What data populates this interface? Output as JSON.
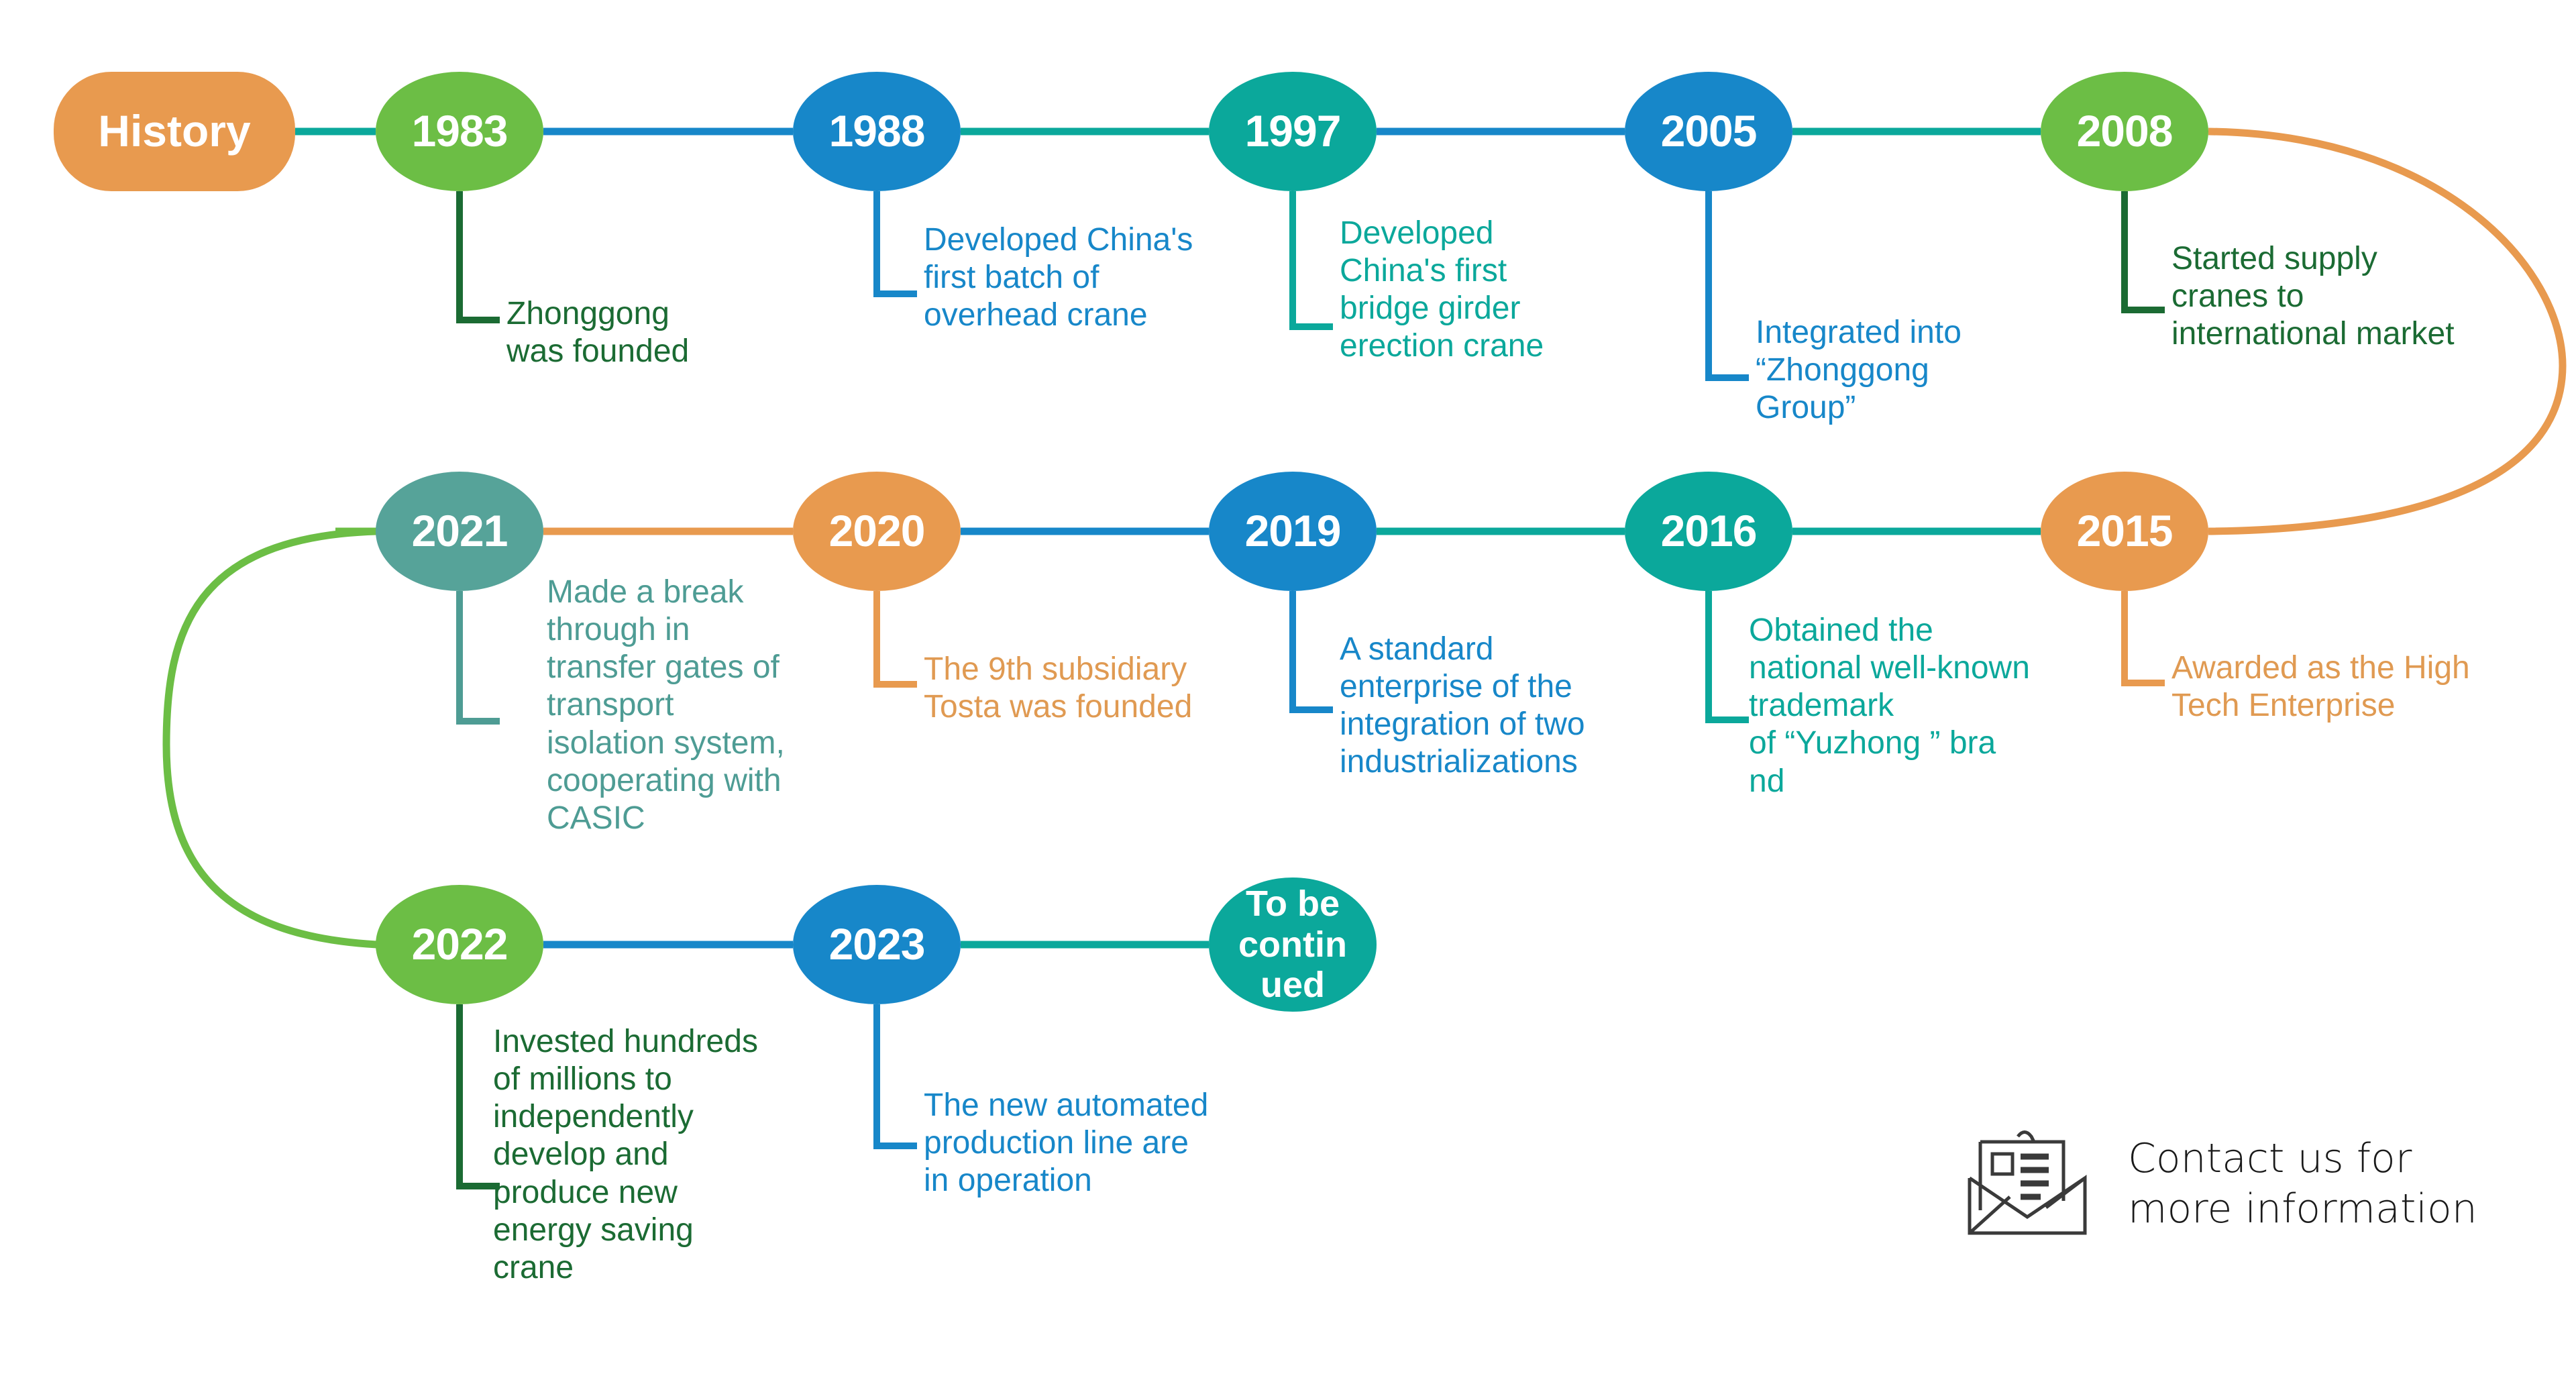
{
  "title_badge": {
    "label": "History",
    "color": "#E89A4F"
  },
  "palette": {
    "green": "#6CB martingale",
    "leaf_green": "#6CBE45",
    "blue": "#1787C9",
    "teal": "#0BA89B",
    "orange": "#E89A4F",
    "sage": "#56A399",
    "text_green": "#1B6B33",
    "text_blue": "#1787C9",
    "text_teal": "#0BA89B",
    "text_orange": "#E09A52",
    "text_sage": "#4E9C94"
  },
  "nodes": [
    {
      "id": "history",
      "label": "History",
      "fill": "#E89A4F",
      "shape": "pill"
    },
    {
      "id": "n1983",
      "label": "1983",
      "fill": "#6CBE45",
      "shape": "circle"
    },
    {
      "id": "n1988",
      "label": "1988",
      "fill": "#1787C9",
      "shape": "circle"
    },
    {
      "id": "n1997",
      "label": "1997",
      "fill": "#0BA89B",
      "shape": "circle"
    },
    {
      "id": "n2005",
      "label": "2005",
      "fill": "#1787C9",
      "shape": "circle"
    },
    {
      "id": "n2008",
      "label": "2008",
      "fill": "#6CBE45",
      "shape": "circle"
    },
    {
      "id": "n2021",
      "label": "2021",
      "fill": "#56A399",
      "shape": "circle"
    },
    {
      "id": "n2020",
      "label": "2020",
      "fill": "#E89A4F",
      "shape": "circle"
    },
    {
      "id": "n2019",
      "label": "2019",
      "fill": "#1787C9",
      "shape": "circle"
    },
    {
      "id": "n2016",
      "label": "2016",
      "fill": "#0BA89B",
      "shape": "circle"
    },
    {
      "id": "n2015",
      "label": "2015",
      "fill": "#E89A4F",
      "shape": "circle"
    },
    {
      "id": "n2022",
      "label": "2022",
      "fill": "#6CBE45",
      "shape": "circle"
    },
    {
      "id": "n2023",
      "label": "2023",
      "fill": "#1787C9",
      "shape": "circle"
    },
    {
      "id": "tbc",
      "label": "To be\ncontin\nued",
      "fill": "#0BA89B",
      "shape": "circle"
    }
  ],
  "notes": {
    "n1983": "Zhonggong\nwas founded",
    "n1988": "Developed China's\nfirst batch of\noverhead crane",
    "n1997": "Developed\nChina's first\nbridge girder\nerection crane",
    "n2005": "Integrated into\n“Zhonggong\nGroup”",
    "n2008": "Started supply\ncranes to\ninternational market",
    "n2021": "Made a break\nthrough in\ntransfer gates of\ntransport\nisolation system,\ncooperating with\nCASIC",
    "n2020": "The 9th subsidiary\nTosta was founded",
    "n2019": "A standard\nenterprise of the\nintegration of two\nindustrializations",
    "n2016": "Obtained the\nnational well-known\ntrademark\nof “Yuzhong ”  bra\nnd",
    "n2015": "Awarded as the High\nTech Enterprise",
    "n2022": "Invested hundreds\nof millions to\nindependently\ndevelop and\nproduce new\nenergy saving\ncrane",
    "n2023": "The new automated\nproduction line are\nin operation"
  },
  "contact": {
    "text": "Contact us for\nmore information",
    "icon": "envelope-document-icon"
  }
}
